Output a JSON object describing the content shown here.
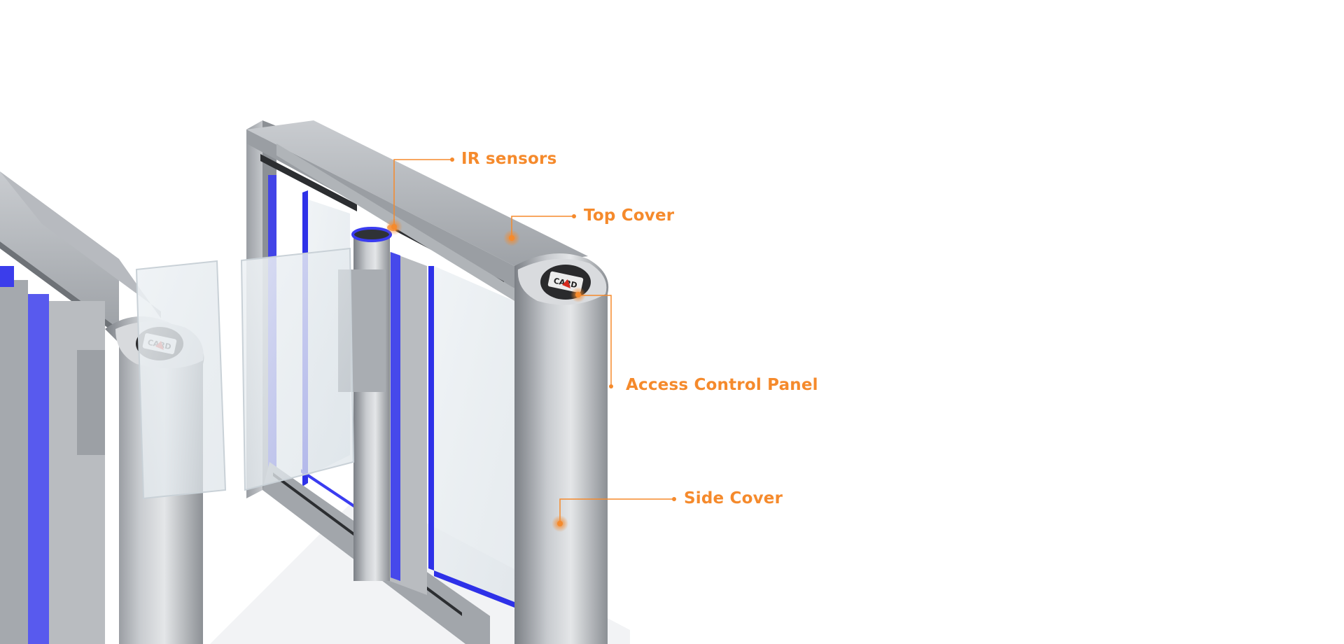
{
  "colors": {
    "accent": "#F58A2C",
    "steel_light": "#D4D6D9",
    "steel_mid": "#A9ADB2",
    "steel_dark": "#6F7378",
    "led_blue": "#3A3CF0",
    "glass": "#DDE6EC"
  },
  "icons": {
    "card_reader": "card-reader-icon",
    "callout_dot": "callout-dot-icon"
  },
  "card_reader_text": "CARD",
  "callouts": [
    {
      "id": "ir-sensors",
      "label": "IR sensors"
    },
    {
      "id": "top-cover",
      "label": "Top Cover"
    },
    {
      "id": "access-control-panel",
      "label": "Access Control Panel"
    },
    {
      "id": "side-cover",
      "label": "Side Cover"
    }
  ]
}
